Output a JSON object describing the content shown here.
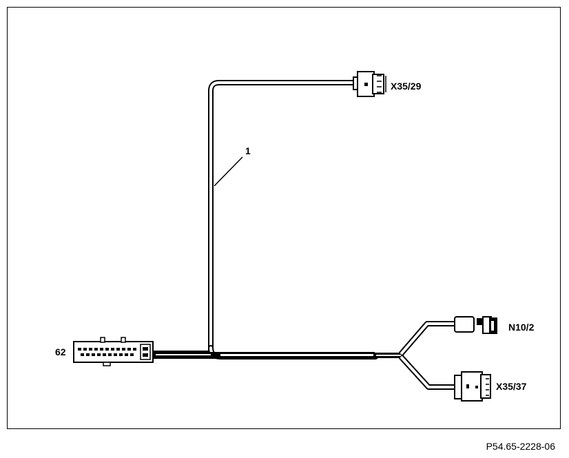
{
  "diagram": {
    "labels": {
      "harness": "1",
      "conn_62": "62",
      "conn_x35_29": "X35/29",
      "conn_n10_2": "N10/2",
      "conn_x35_37": "X35/37"
    },
    "reference": "P54.65-2228-06"
  }
}
